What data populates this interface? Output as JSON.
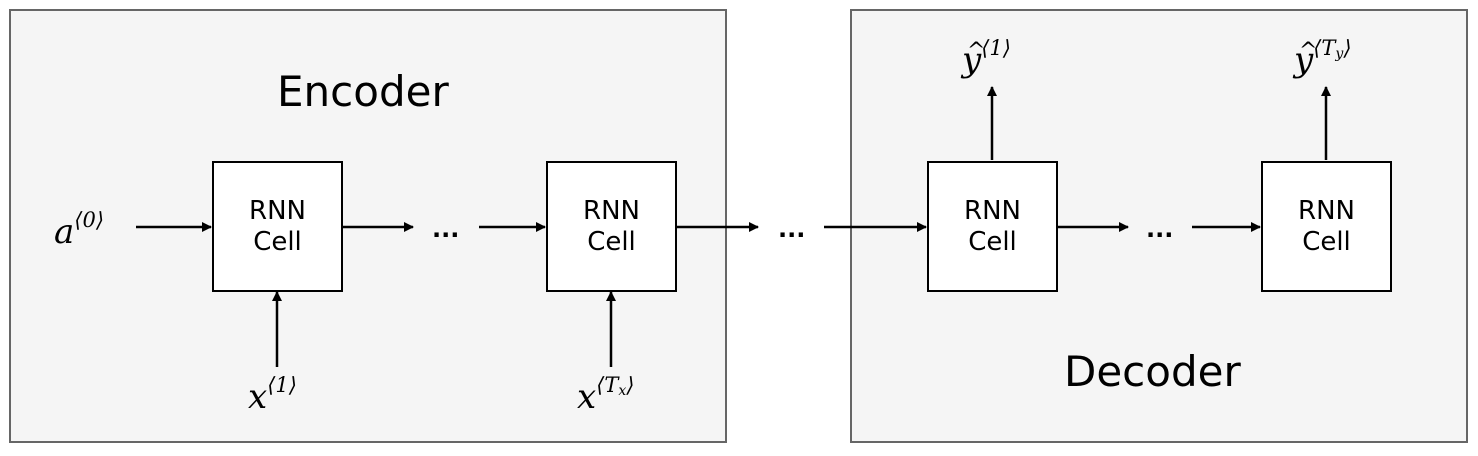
{
  "encoder": {
    "title": "Encoder",
    "cells": [
      {
        "line1": "RNN",
        "line2": "Cell"
      },
      {
        "line1": "RNN",
        "line2": "Cell"
      }
    ],
    "initial_state": {
      "base": "a",
      "sup": "⟨0⟩"
    },
    "inputs": [
      {
        "base": "x",
        "sup_open": "⟨1",
        "sup_sub": "",
        "sup_close": "⟩"
      },
      {
        "base": "x",
        "sup_open": "⟨T",
        "sup_sub": "x",
        "sup_close": "⟩"
      }
    ]
  },
  "decoder": {
    "title": "Decoder",
    "cells": [
      {
        "line1": "RNN",
        "line2": "Cell"
      },
      {
        "line1": "RNN",
        "line2": "Cell"
      }
    ],
    "outputs": [
      {
        "base": "y",
        "sup_open": "⟨1",
        "sup_sub": "",
        "sup_close": "⟩"
      },
      {
        "base": "y",
        "sup_open": "⟨T",
        "sup_sub": "y",
        "sup_close": "⟩"
      }
    ]
  },
  "ellipsis": "...",
  "colors": {
    "panel_fill": "#f5f5f5",
    "panel_border": "#666666",
    "line": "#000000"
  }
}
